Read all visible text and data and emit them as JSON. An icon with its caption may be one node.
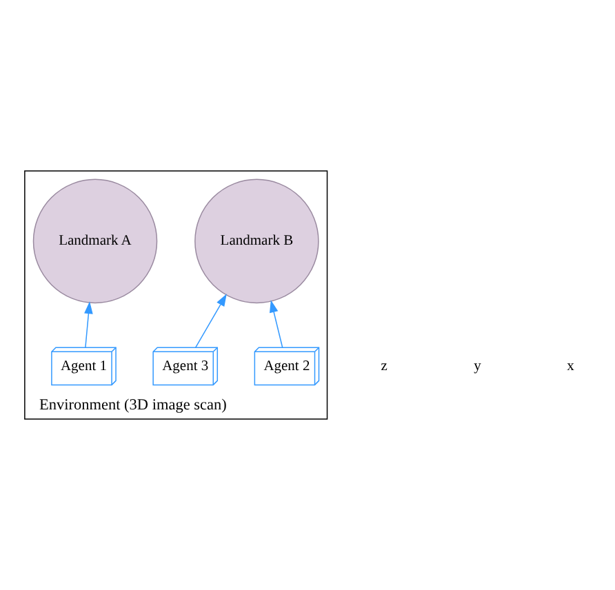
{
  "diagram": {
    "nodes": [
      {
        "text": [
          "Environment (3D image scan)"
        ]
      },
      {
        "text": [
          "Landmark B"
        ],
        "in": 0
      },
      {
        "text": [
          "Agent 2"
        ],
        "in": 0
      },
      {
        "text": [
          "Agent 3"
        ],
        "in": 0
      },
      {
        "text": [
          "Agent 1"
        ],
        "in": 0
      },
      {
        "text": [
          "Landmark A"
        ],
        "in": 0
      }
    ],
    "edges": [
      {
        "from": 2,
        "to": 1,
        "arrow": "to",
        "color": "#3399ff"
      },
      {
        "from": 3,
        "to": 1,
        "arrow": "to",
        "color": "#3399ff"
      },
      {
        "from": 4,
        "to": 5,
        "arrow": "to",
        "color": "#3399ff"
      }
    ],
    "labels": [
      "z",
      "y",
      "x"
    ]
  }
}
